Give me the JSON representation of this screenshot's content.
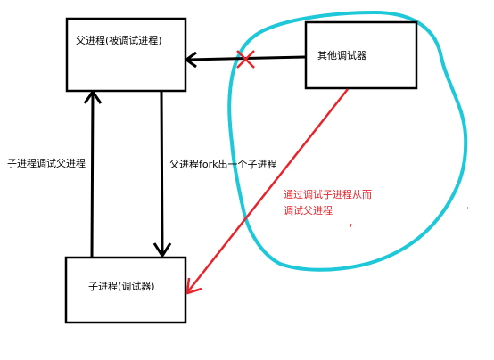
{
  "nodes": {
    "parent": {
      "label": "父进程(被调试进程)"
    },
    "child": {
      "label": "子进程(调试器)"
    },
    "other_debugger": {
      "label": "其他调试器"
    }
  },
  "edges": {
    "fork": {
      "label": "父进程fork出一个子进程"
    },
    "child_debugs_parent": {
      "label": "子进程调试父进程"
    },
    "indirect": {
      "label_line1": "通过调试子进程从而",
      "label_line2": "调试父进程"
    }
  },
  "colors": {
    "stroke": "#000000",
    "red": "#e8242a",
    "cyan": "#1ec8d8"
  }
}
